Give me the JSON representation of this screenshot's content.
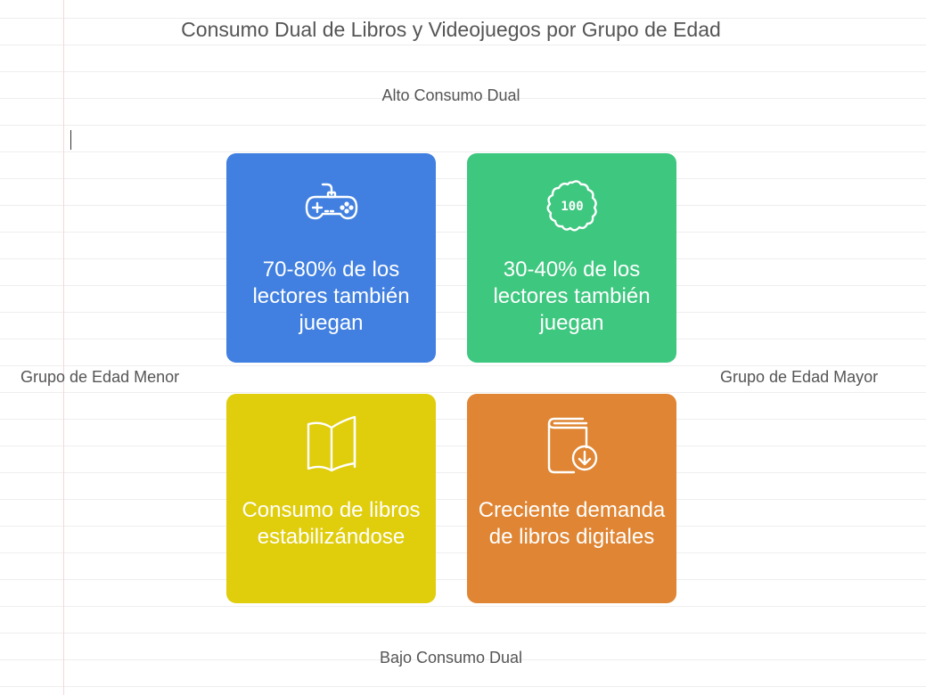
{
  "title": "Consumo Dual de Libros y Videojuegos por Grupo de Edad",
  "axes": {
    "top": "Alto Consumo Dual",
    "bottom": "Bajo Consumo Dual",
    "left": "Grupo de Edad Menor",
    "right": "Grupo de Edad Mayor"
  },
  "quadrants": [
    {
      "icon": "gamepad-icon",
      "text": "70-80% de los lectores también juegan",
      "color": "#4180e0"
    },
    {
      "icon": "badge-100-icon",
      "icon_text": "100",
      "text": "30-40% de los lectores también juegan",
      "color": "#3ec77f"
    },
    {
      "icon": "open-book-icon",
      "text": "Consumo de libros estabilizándose",
      "color": "#e0cd0b"
    },
    {
      "icon": "book-download-icon",
      "text": "Creciente demanda de libros digitales",
      "color": "#df8533"
    }
  ]
}
